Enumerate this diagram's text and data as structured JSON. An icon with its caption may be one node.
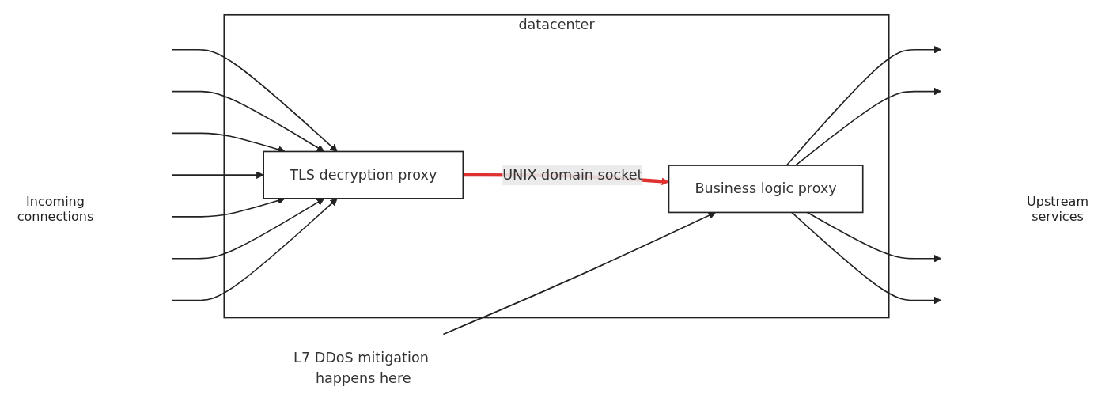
{
  "diagram": {
    "nodes": [
      {
        "text": [
          "datacenter"
        ]
      },
      {
        "text": [
          "TLS decryption proxy"
        ],
        "in": 0
      },
      {
        "text": [
          "Business logic proxy"
        ],
        "in": 0
      },
      {
        "text": [
          "L7 DDoS mitigation happens here"
        ]
      }
    ],
    "edges": [
      {
        "from": null,
        "to": 1,
        "arrow": "to"
      },
      {
        "from": null,
        "to": 1,
        "arrow": "to"
      },
      {
        "from": null,
        "to": 1,
        "arrow": "to"
      },
      {
        "from": null,
        "to": 1,
        "arrow": "to"
      },
      {
        "from": null,
        "to": 1,
        "arrow": "to"
      },
      {
        "from": null,
        "to": 1,
        "arrow": "to"
      },
      {
        "from": null,
        "to": 1,
        "arrow": "to"
      },
      {
        "from": 1,
        "to": 2,
        "arrow": "to",
        "label": "UNIX domain socket",
        "style": "thick",
        "color": "#e03131"
      },
      {
        "from": 2,
        "to": null,
        "arrow": "to"
      },
      {
        "from": 2,
        "to": null,
        "arrow": "to"
      },
      {
        "from": 2,
        "to": null,
        "arrow": "to"
      },
      {
        "from": 2,
        "to": null,
        "arrow": "to"
      },
      {
        "from": 3,
        "to": 2,
        "arrow": "to"
      }
    ],
    "labels": [
      "Incoming connections",
      "Upstream services"
    ]
  }
}
